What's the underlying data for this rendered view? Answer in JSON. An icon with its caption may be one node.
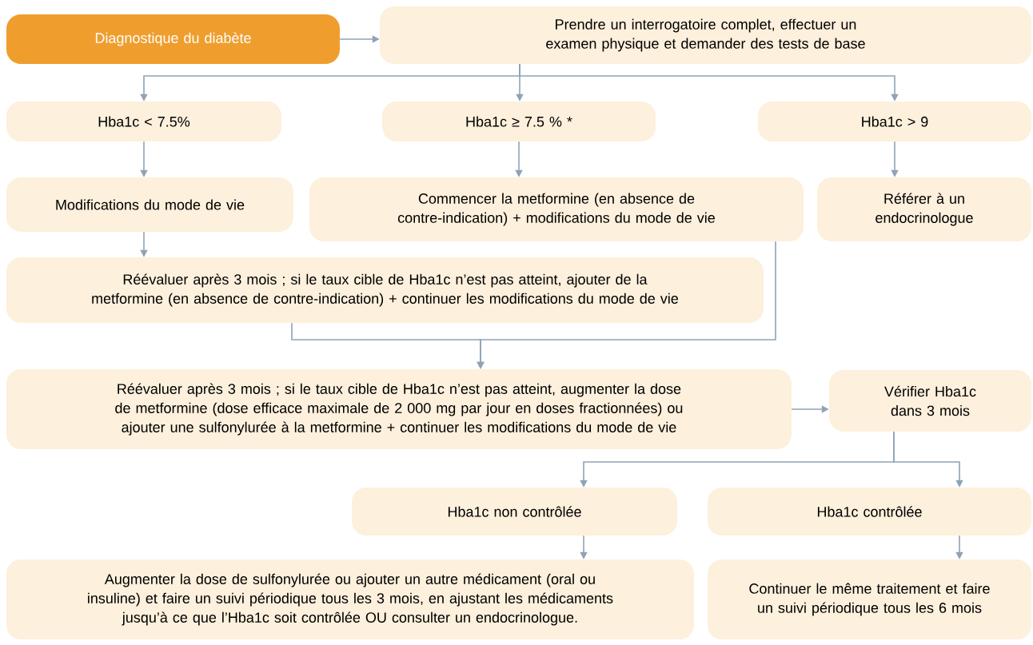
{
  "diagram": {
    "nodes": [
      {
        "text": [
          "Diagnostique du diabète"
        ]
      },
      {
        "text": [
          "Prendre un interrogatoire complet, effectuer un examen physique et demander des tests de base"
        ]
      },
      {
        "text": [
          "Hba1c < 7.5%"
        ]
      },
      {
        "text": [
          "Hba1c ≥ 7.5 % *"
        ]
      },
      {
        "text": [
          "Hba1c > 9"
        ]
      },
      {
        "text": [
          "Modifications du mode de vie"
        ]
      },
      {
        "text": [
          "Commencer la metformine (en absence de contre-indication) + modifications du mode de vie"
        ]
      },
      {
        "text": [
          "Référer à un endocrinologue"
        ]
      },
      {
        "text": [
          "Réévaluer après 3 mois ; si le taux cible de Hba1c n’est pas atteint, ajouter de la metformine (en absence de contre-indication) + continuer les modifications du mode de vie"
        ]
      },
      {
        "text": [
          "Réévaluer après 3 mois ; si le taux cible de Hba1c n’est pas atteint, augmenter la dose de metformine (dose efficace maximale de 2 000 mg par jour en doses fractionnées) ou ajouter une sulfonylurée à la metformine + continuer les modifications du mode de vie"
        ]
      },
      {
        "text": [
          "Vérifier Hba1c dans 3 mois"
        ]
      },
      {
        "text": [
          "Hba1c non contrôlée"
        ]
      },
      {
        "text": [
          "Hba1c contrôlée"
        ]
      },
      {
        "text": [
          "Augmenter la dose de sulfonylurée ou ajouter un autre médicament (oral ou insuline) et faire un suivi périodique tous les 3 mois, en ajustant les médicaments jusqu’à ce que l’Hba1c soit contrôlée OU consulter un endocrinologue."
        ]
      },
      {
        "text": [
          "Continuer le même traitement et faire un suivi périodique tous les 6 mois"
        ]
      }
    ],
    "edges": [
      {
        "from": 0,
        "to": 1,
        "arrow": "to"
      },
      {
        "from": 1,
        "to": 2,
        "arrow": "to"
      },
      {
        "from": 1,
        "to": 3,
        "arrow": "to"
      },
      {
        "from": 1,
        "to": 4,
        "arrow": "to"
      },
      {
        "from": 2,
        "to": 5,
        "arrow": "to"
      },
      {
        "from": 3,
        "to": 6,
        "arrow": "to"
      },
      {
        "from": 4,
        "to": 7,
        "arrow": "to"
      },
      {
        "from": 5,
        "to": 8,
        "arrow": "to"
      },
      {
        "from": 8,
        "to": 9,
        "arrow": "to"
      },
      {
        "from": 6,
        "to": 9,
        "arrow": "to"
      },
      {
        "from": 9,
        "to": 10,
        "arrow": "to"
      },
      {
        "from": 10,
        "to": 11,
        "arrow": "to"
      },
      {
        "from": 10,
        "to": 12,
        "arrow": "to"
      },
      {
        "from": 11,
        "to": 13,
        "arrow": "to"
      },
      {
        "from": 12,
        "to": 14,
        "arrow": "to"
      }
    ]
  }
}
